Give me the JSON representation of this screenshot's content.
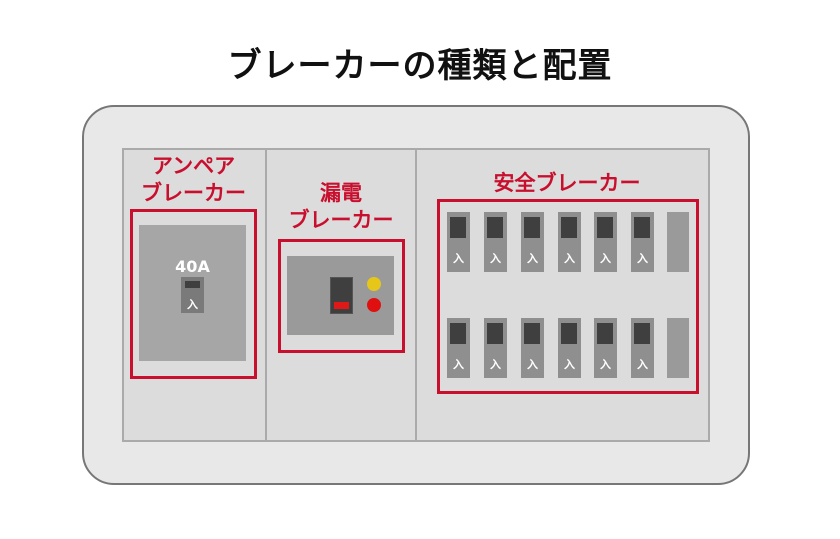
{
  "title": "ブレーカーの種類と配置",
  "ampere": {
    "label_line1": "アンペア",
    "label_line2": "ブレーカー",
    "rating": "40A",
    "switch_label": "入"
  },
  "leak": {
    "label_line1": "漏電",
    "label_line2": "ブレーカー",
    "indicator_colors": [
      "#e6c619",
      "#e01010"
    ]
  },
  "safety": {
    "label": "安全ブレーカー",
    "switch_label": "入",
    "rows": 2,
    "switches_per_row": 6,
    "blank_slots_per_row": 1
  },
  "colors": {
    "accent": "#c8102e"
  }
}
